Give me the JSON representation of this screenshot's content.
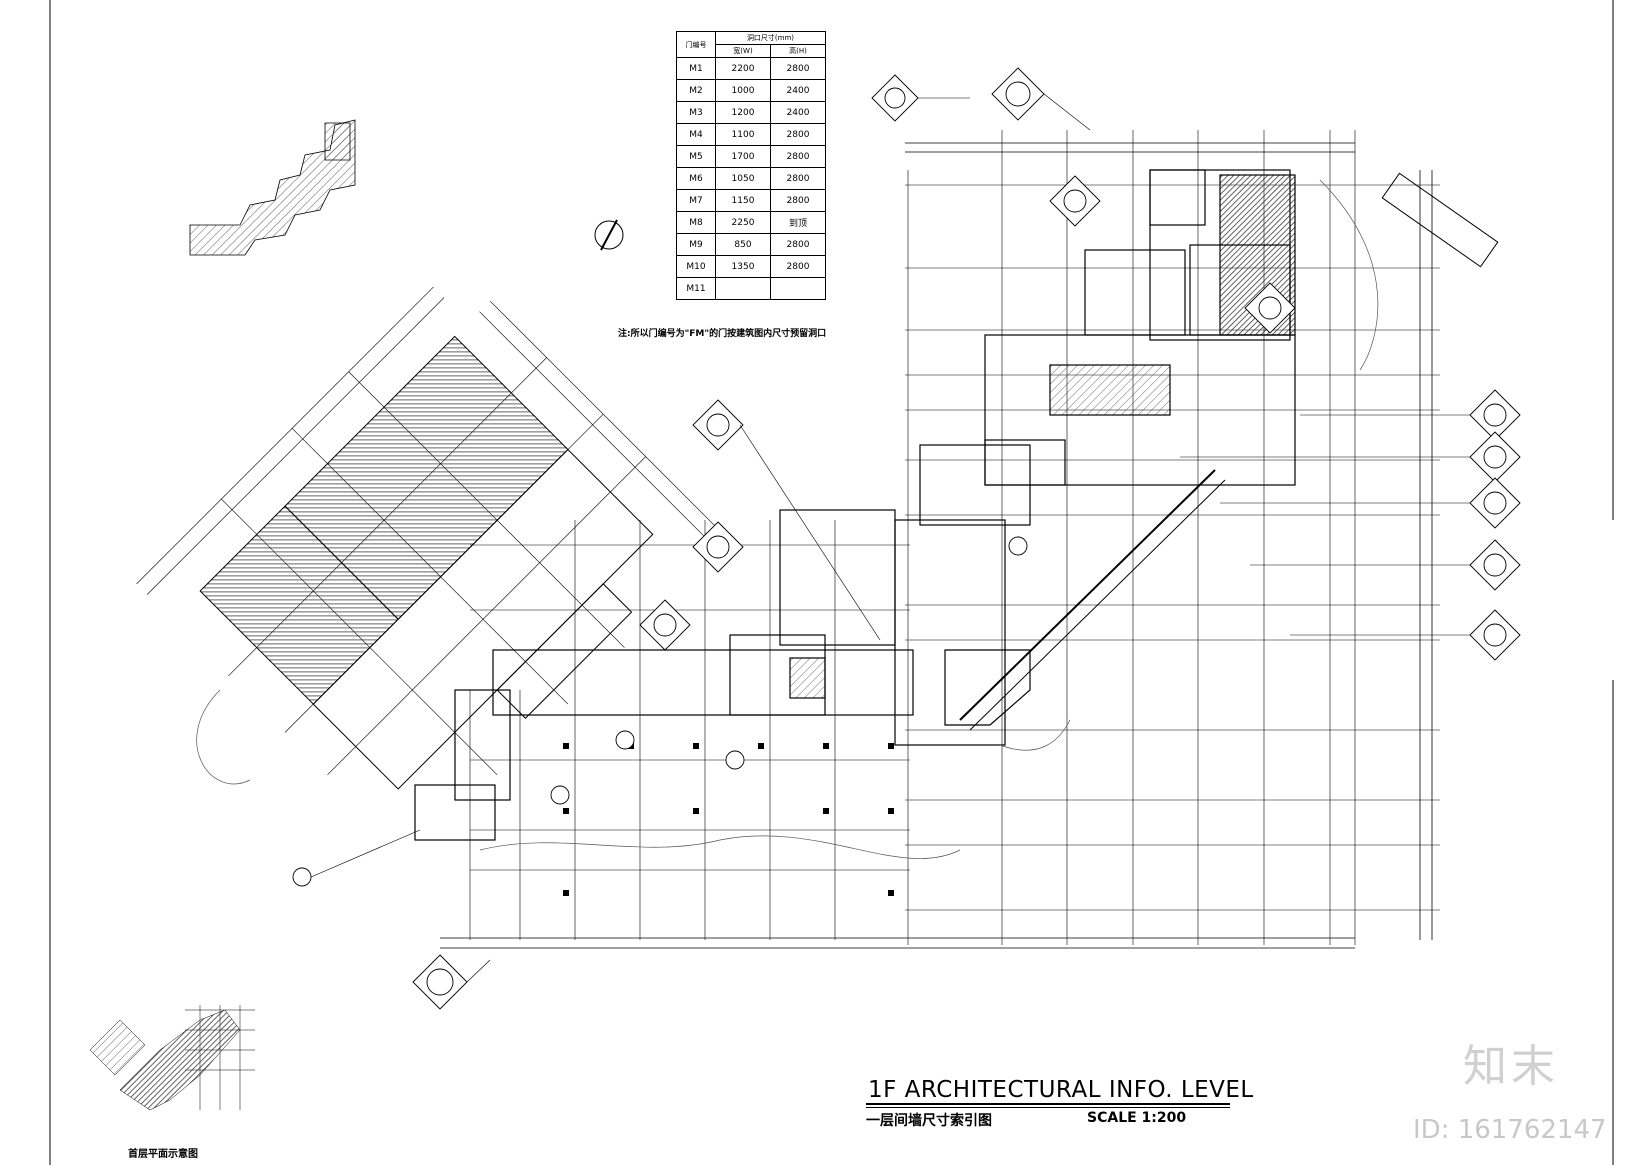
{
  "door_table": {
    "headers": [
      "门编号",
      "洞口尺寸(mm)",
      "宽(W)",
      "高(H)"
    ],
    "rows": [
      [
        "M1",
        "2200",
        "2800"
      ],
      [
        "M2",
        "1000",
        "2400"
      ],
      [
        "M3",
        "1200",
        "2400"
      ],
      [
        "M4",
        "1100",
        "2800"
      ],
      [
        "M5",
        "1700",
        "2800"
      ],
      [
        "M6",
        "1050",
        "2800"
      ],
      [
        "M7",
        "1150",
        "2800"
      ],
      [
        "M8",
        "2250",
        "到顶"
      ],
      [
        "M9",
        "850",
        "2800"
      ],
      [
        "M10",
        "1350",
        "2800"
      ],
      [
        "M11",
        "",
        ""
      ]
    ]
  },
  "note": "注:所以门编号为\"FM\"的门按建筑图内尺寸预留洞口",
  "title": {
    "english": "1F ARCHITECTURAL INFO. LEVEL",
    "chinese": "一层间墙尺寸索引图",
    "scale": "SCALE    1:200"
  },
  "keyplan_label": "首层平面示意图",
  "watermark": {
    "logo": "知末",
    "id": "ID: 161762147"
  },
  "colors": {
    "ink": "#000000",
    "hatch": "#333333",
    "watermark": "#cccccc"
  }
}
